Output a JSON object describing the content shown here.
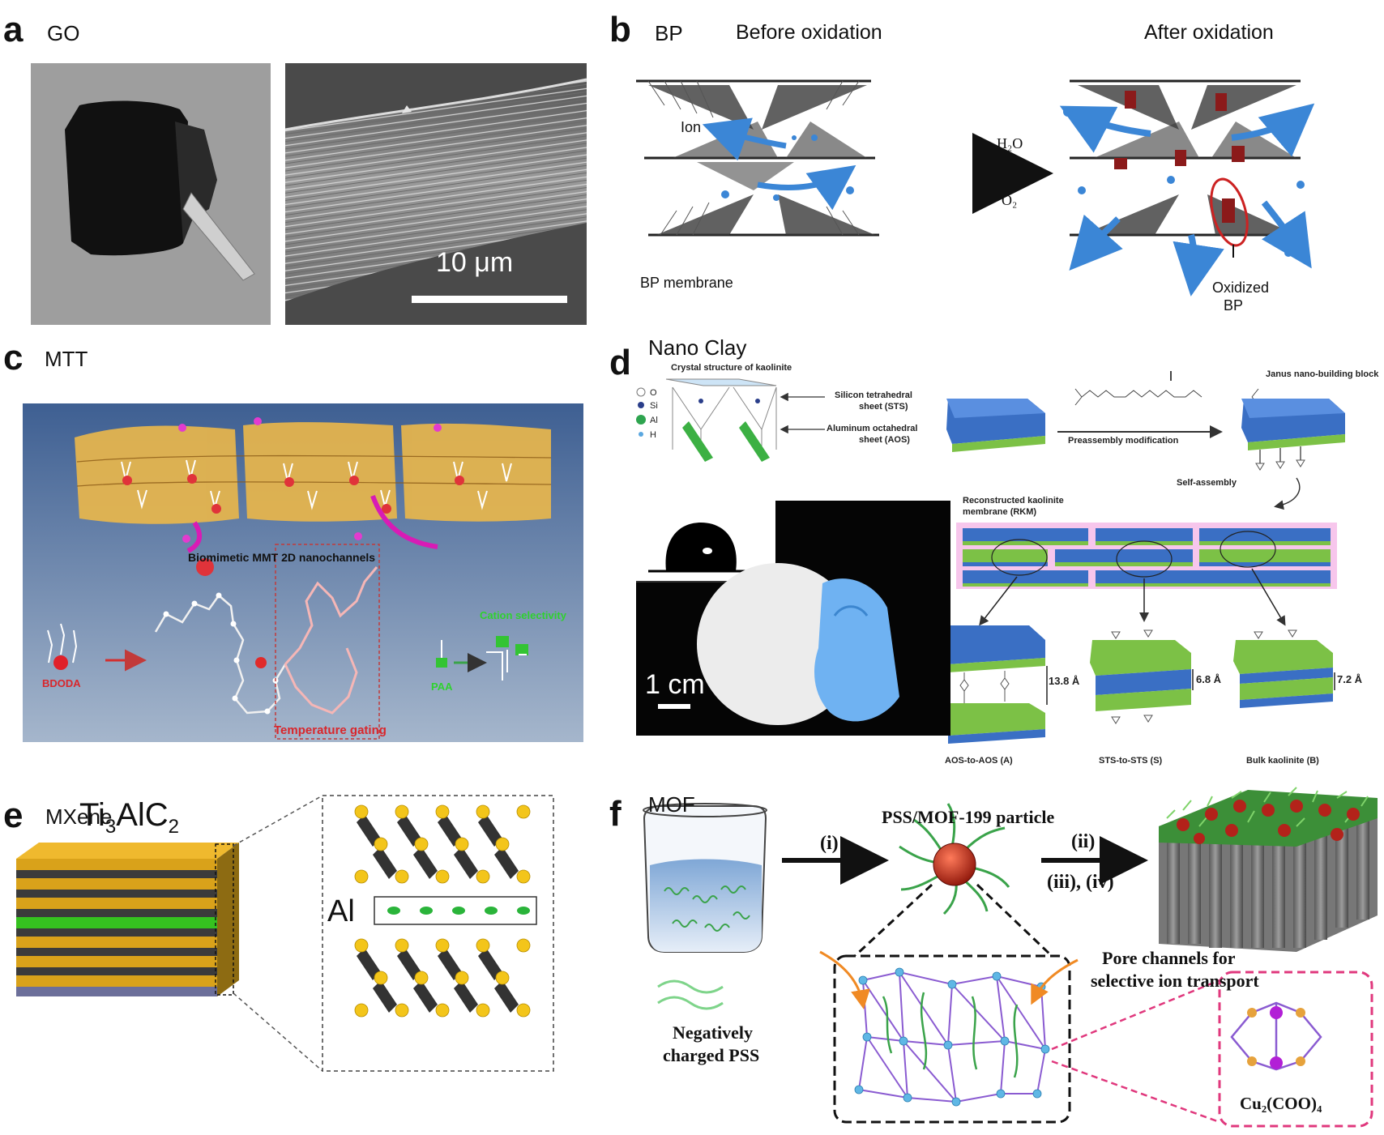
{
  "panels": {
    "a": {
      "letter": "a",
      "title": "GO",
      "scale_bar": "10 μm"
    },
    "b": {
      "letter": "b",
      "title": "BP",
      "before": "Before oxidation",
      "after": "After oxidation",
      "ion": "Ion",
      "membrane": "BP membrane",
      "reagent_top": "H₂O",
      "reagent_bottom": "O₂",
      "oxidized_1": "Oxidized",
      "oxidized_2": "BP"
    },
    "c": {
      "letter": "c",
      "title": "MTT",
      "nanochannels": "Biomimetic MMT 2D nanochannels",
      "cation": "Cation selectivity",
      "temperature": "Temperature gating",
      "bdoda": "BDODA",
      "paa": "PAA"
    },
    "d": {
      "letter": "d",
      "title": "Nano Clay",
      "crystal": "Crystal structure of kaolinite",
      "legend": [
        "O",
        "Si",
        "Al",
        "H"
      ],
      "sts_1": "Silicon tetrahedral",
      "sts_2": "sheet (STS)",
      "aos_1": "Aluminum octahedral",
      "aos_2": "sheet (AOS)",
      "janus": "Janus nano-building block",
      "preassembly": "Preassembly modification",
      "self_assembly": "Self-assembly",
      "rkm_1": "Reconstructed kaolinite",
      "rkm_2": "membrane (RKM)",
      "scale": "1 cm",
      "d_a": "13.8 Å",
      "d_s": "6.8 Å",
      "d_b": "7.2 Å",
      "cap_a": "AOS-to-AOS (A)",
      "cap_s": "STS-to-STS (S)",
      "cap_b": "Bulk kaolinite (B)"
    },
    "e": {
      "letter": "e",
      "title": "MXene",
      "formula_main": "Ti",
      "formula_sub1": "3",
      "formula_mid": "AlC",
      "formula_sub2": "2",
      "al": "Al"
    },
    "f": {
      "letter": "f",
      "title": "MOF",
      "particle": "PSS/MOF-199 particle",
      "step_i": "(i)",
      "step_ii": "(ii)",
      "step_iii": "(iii), (iv)",
      "pore_1": "Pore channels for",
      "pore_2": "selective ion transport",
      "pss_1": "Negatively",
      "pss_2": "charged PSS",
      "cu": "Cu₂(COO)₄"
    }
  },
  "colors": {
    "mxene_gold": "#d9a21a",
    "mxene_green": "#35c21f",
    "mxene_dark": "#3b3b3b",
    "ion_blue": "#3b86d6",
    "oxid_red": "#9b1b1b",
    "clay_blue": "#3a6fc4",
    "clay_green": "#7cc146",
    "mof_purple": "#8a5bd1",
    "mof_node": "#5fb7e5",
    "pink_dash": "#e0387d"
  }
}
